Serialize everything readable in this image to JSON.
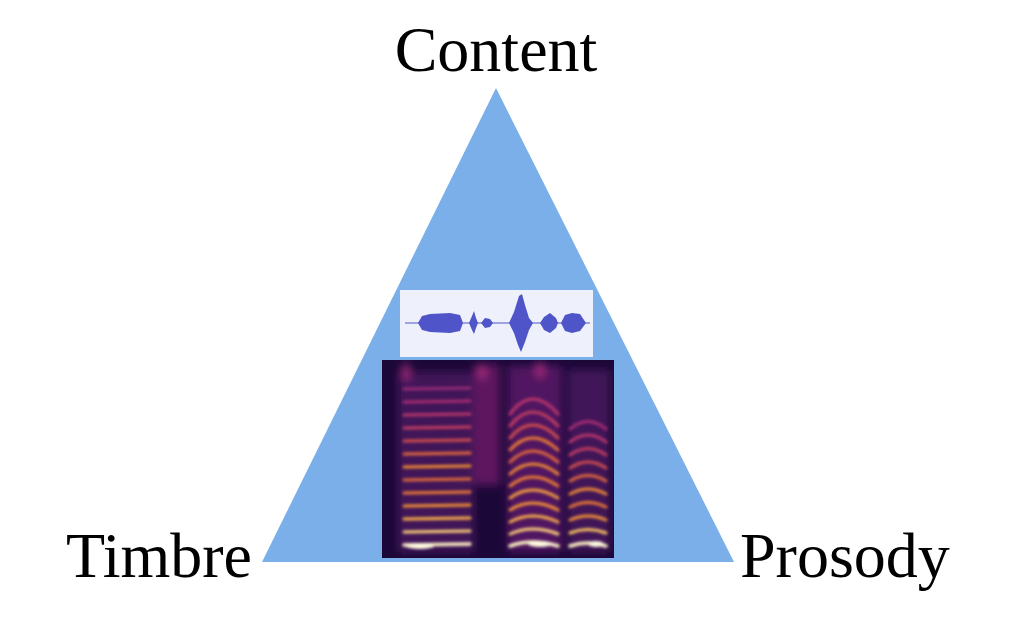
{
  "diagram": {
    "labels": [
      "Content",
      "Timbre",
      "Prosody"
    ]
  }
}
